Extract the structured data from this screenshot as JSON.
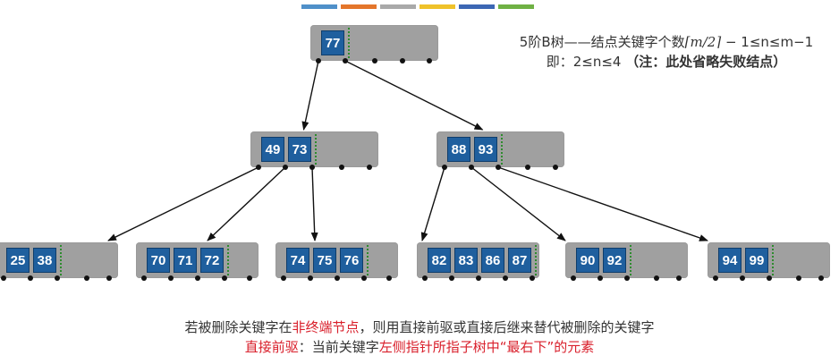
{
  "palette": {
    "node_fill": "#a0a0a0",
    "key_fill": "#1f5f9e",
    "separator": "#2e8b2e",
    "highlight": "#d9202c",
    "top_bar": [
      "#4f90c9",
      "#e4762b",
      "#a9a9a9",
      "#efc22a",
      "#3c67b4",
      "#6fb144"
    ]
  },
  "info": {
    "line1_prefix": "5阶B树——结点关键字个数",
    "line1_formula": "⌈m/2⌉",
    "line1_suffix": " − 1≤n≤m−1",
    "line2_main": "即：2≤n≤4 ",
    "line2_note": "（注：此处省略失败结点）"
  },
  "rule": {
    "line1_a": "若被删除关键字在",
    "line1_b": "非终端节点",
    "line1_c": "，则用直接前驱或直接后继来替代被删除的关键字",
    "line2_a": "直接前驱",
    "line2_b": "：当前关键字",
    "line2_c": "左侧指针所指子树中“最右下”的元素"
  },
  "tree": {
    "root": {
      "keys": [
        "77"
      ]
    },
    "level1": [
      {
        "keys": [
          "49",
          "73"
        ]
      },
      {
        "keys": [
          "88",
          "93"
        ]
      }
    ],
    "leaves": [
      {
        "keys": [
          "25",
          "38"
        ]
      },
      {
        "keys": [
          "70",
          "71",
          "72"
        ]
      },
      {
        "keys": [
          "74",
          "75",
          "76"
        ]
      },
      {
        "keys": [
          "82",
          "83",
          "86",
          "87"
        ]
      },
      {
        "keys": [
          "90",
          "92"
        ]
      },
      {
        "keys": [
          "94",
          "99"
        ]
      }
    ]
  }
}
